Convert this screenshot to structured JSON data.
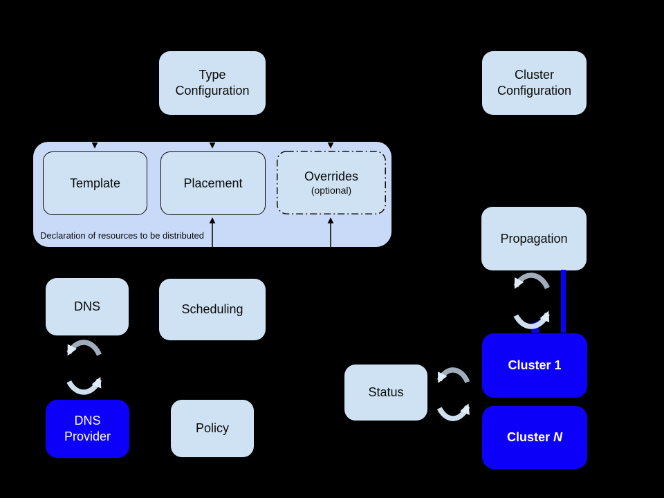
{
  "diagram": {
    "background_color": "#000000",
    "colors": {
      "container_fill": "#c9daf8",
      "node_fill": "#cfe2f3",
      "cluster_fill": "#0d00f8",
      "node_text": "#0a0a0a",
      "cluster_text": "#ffffff",
      "line_color": "#000000",
      "sync_arc_dark": "#a0aebc",
      "sync_arc_light": "#cfdfed",
      "sync_arrowhead": "#e2ecf7",
      "connector_blue": "#0d00f8"
    },
    "nodes": {
      "type_configuration": {
        "line1": "Type",
        "line2": "Configuration"
      },
      "cluster_configuration": {
        "line1": "Cluster",
        "line2": "Configuration"
      },
      "template": {
        "label": "Template"
      },
      "placement": {
        "label": "Placement"
      },
      "overrides": {
        "label": "Overrides",
        "sublabel": "(optional)"
      },
      "declaration_group": {
        "caption": "Declaration of resources to be distributed"
      },
      "dns": {
        "label": "DNS"
      },
      "scheduling": {
        "label": "Scheduling"
      },
      "dns_provider": {
        "line1": "DNS",
        "line2": "Provider"
      },
      "policy": {
        "label": "Policy"
      },
      "status": {
        "label": "Status"
      },
      "propagation": {
        "label": "Propagation"
      },
      "cluster_1": {
        "label": "Cluster 1"
      },
      "cluster_n": {
        "prefix": "Cluster ",
        "suffix": "N"
      }
    },
    "icons": [
      {
        "name": "sync-icon",
        "meaning": "bidirectional sync cycle",
        "count": 3
      }
    ]
  }
}
